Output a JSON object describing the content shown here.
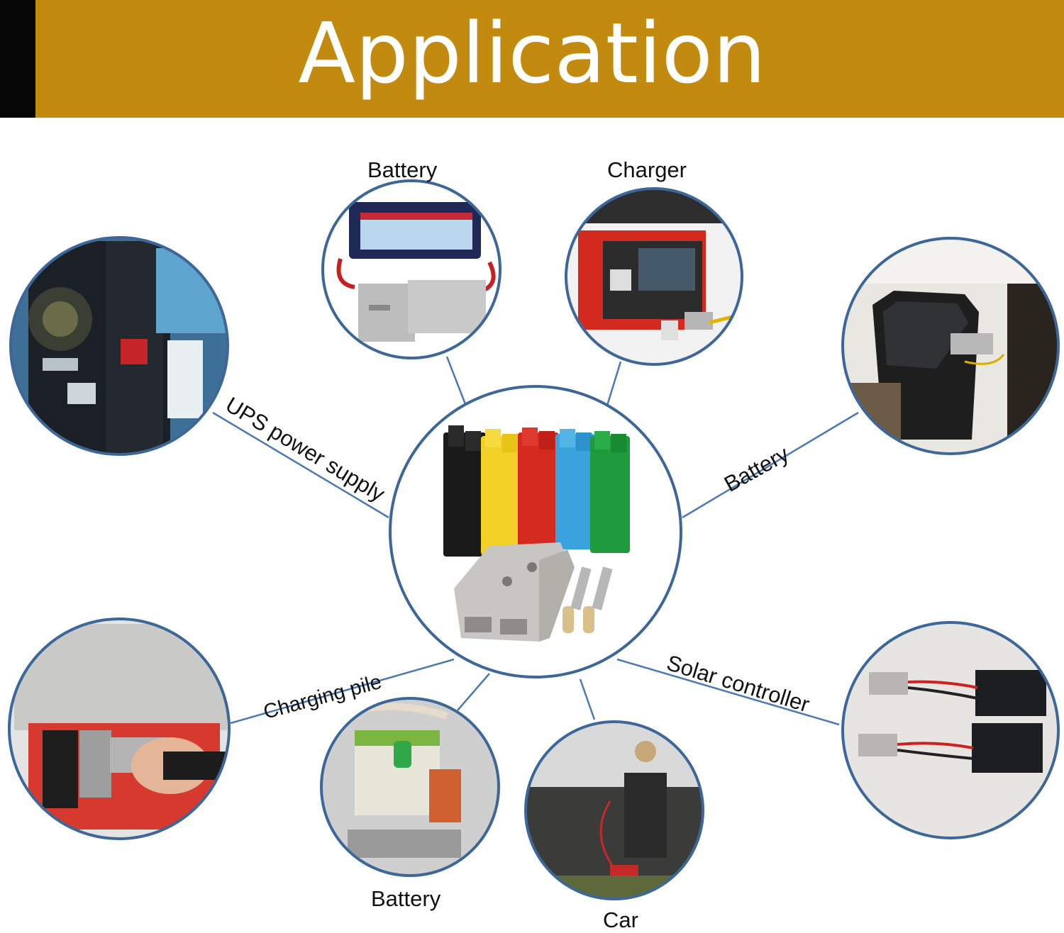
{
  "banner": {
    "title": "Application"
  },
  "labels": {
    "top_battery": "Battery",
    "charger": "Charger",
    "ups": "UPS power supply",
    "right_battery": "Battery",
    "charging_pile": "Charging pile",
    "solar": "Solar controller",
    "bottom_battery": "Battery",
    "car": "Car"
  },
  "colors": {
    "banner": "#c28a0e",
    "banner_edge": "#050505",
    "circle_border": "#3d6699",
    "lines": "#4a79b5",
    "connectors": [
      "#1a1a1a",
      "#f2d026",
      "#d42a20",
      "#3aa3dd",
      "#1f9a3c",
      "#c8c6c2"
    ]
  }
}
